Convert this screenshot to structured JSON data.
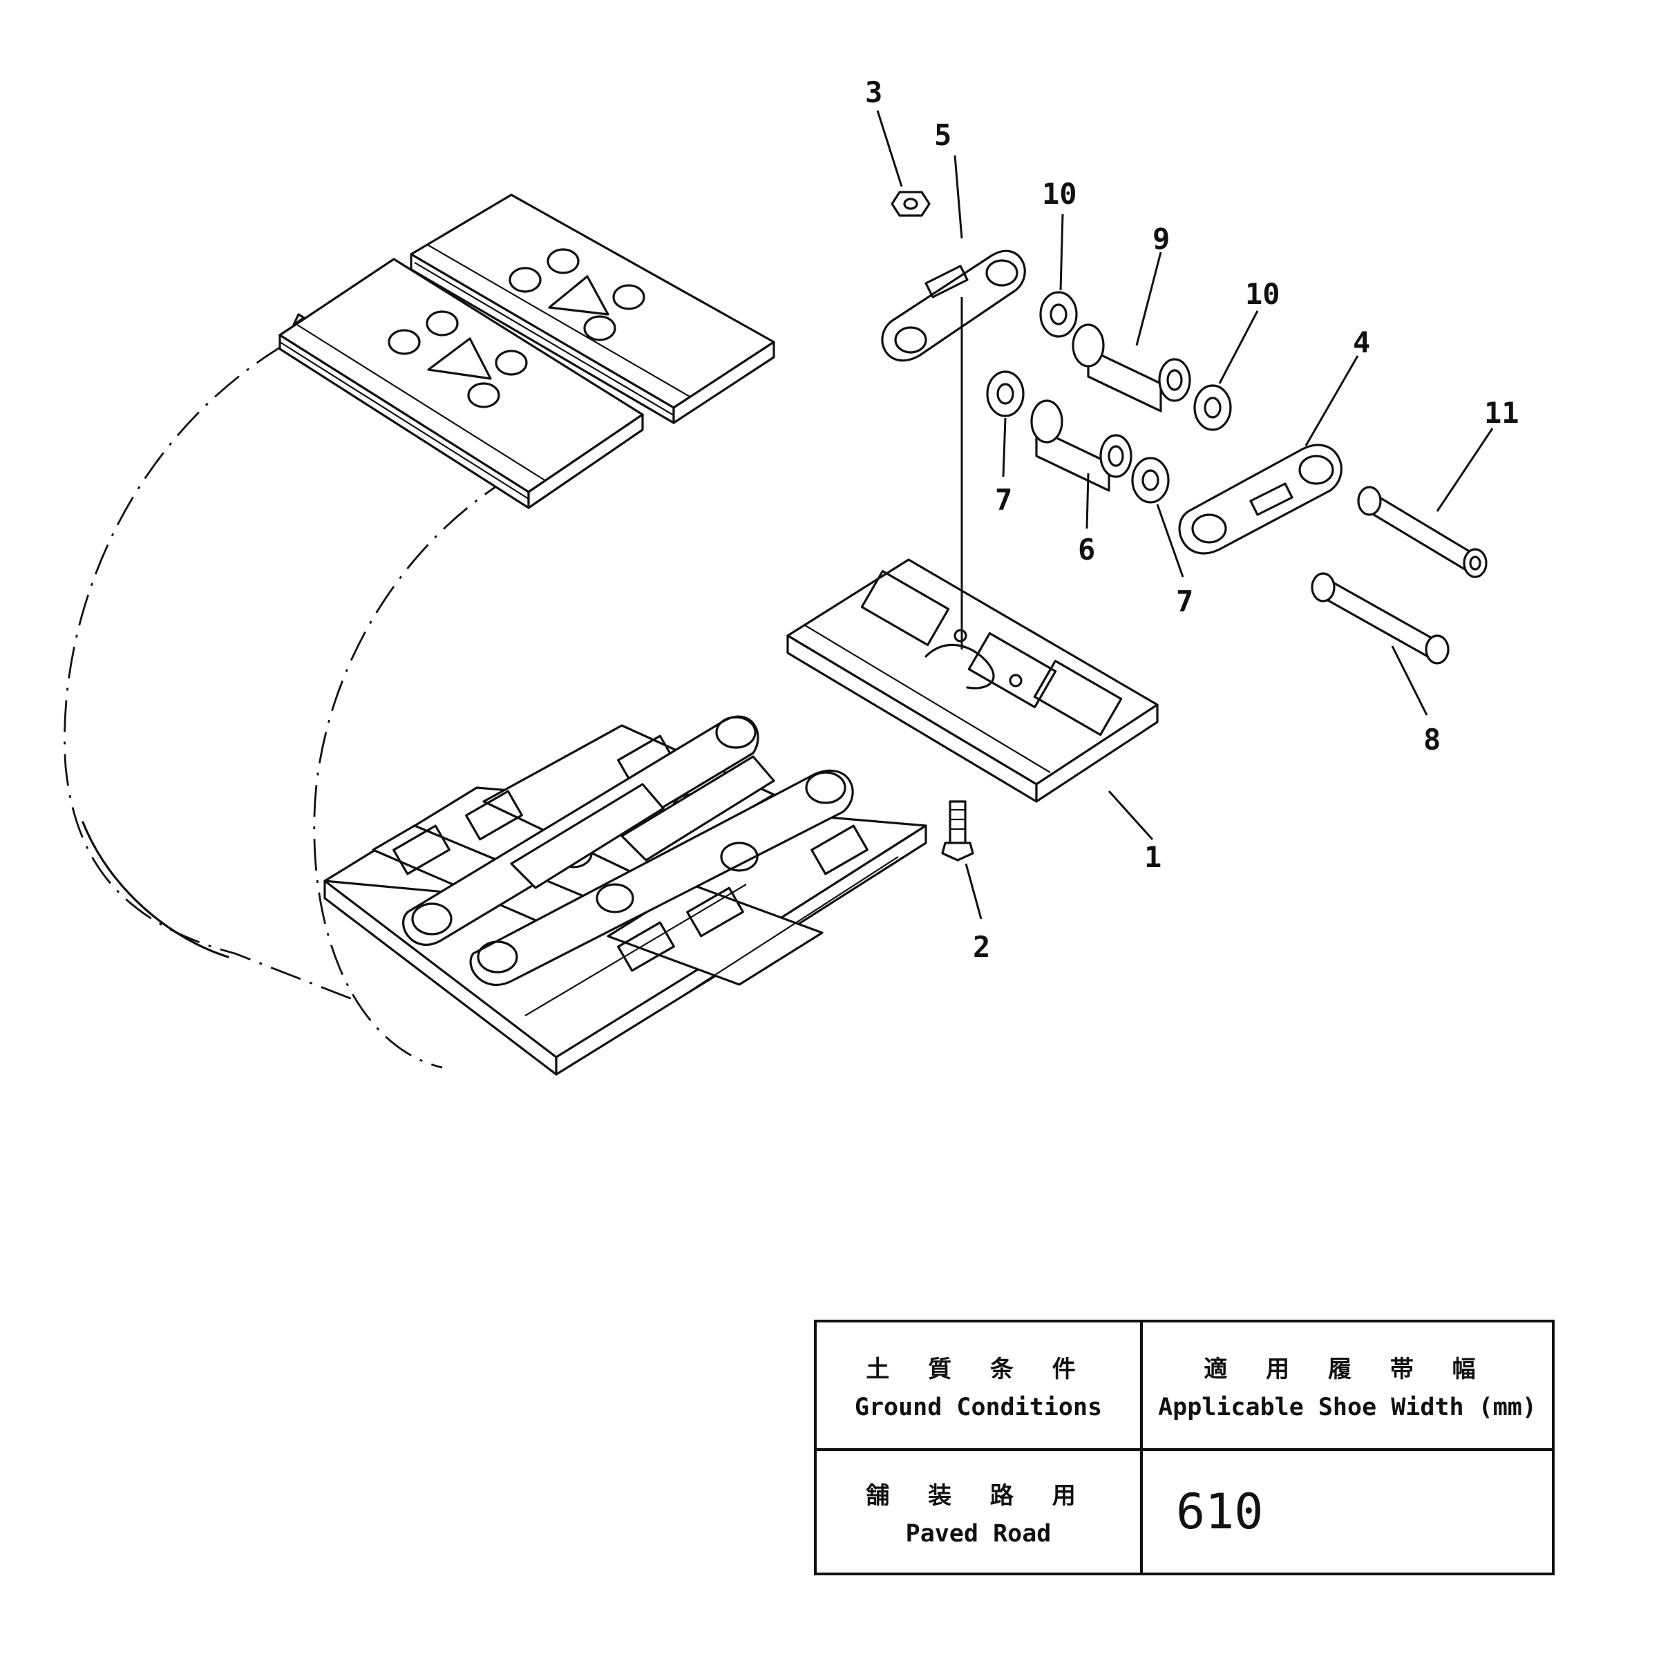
{
  "callouts": [
    "1",
    "2",
    "3",
    "4",
    "5",
    "6",
    "7",
    "7",
    "8",
    "9",
    "10",
    "10",
    "11"
  ],
  "table": {
    "header_col1_cjk": "土 質 条 件",
    "header_col1_en": "Ground Conditions",
    "header_col2_cjk": "適 用 履 帯 幅",
    "header_col2_en": "Applicable Shoe Width (mm)",
    "row1_col1_cjk": "舗 装 路 用",
    "row1_col1_en": "Paved Road",
    "row1_col2": "610"
  }
}
